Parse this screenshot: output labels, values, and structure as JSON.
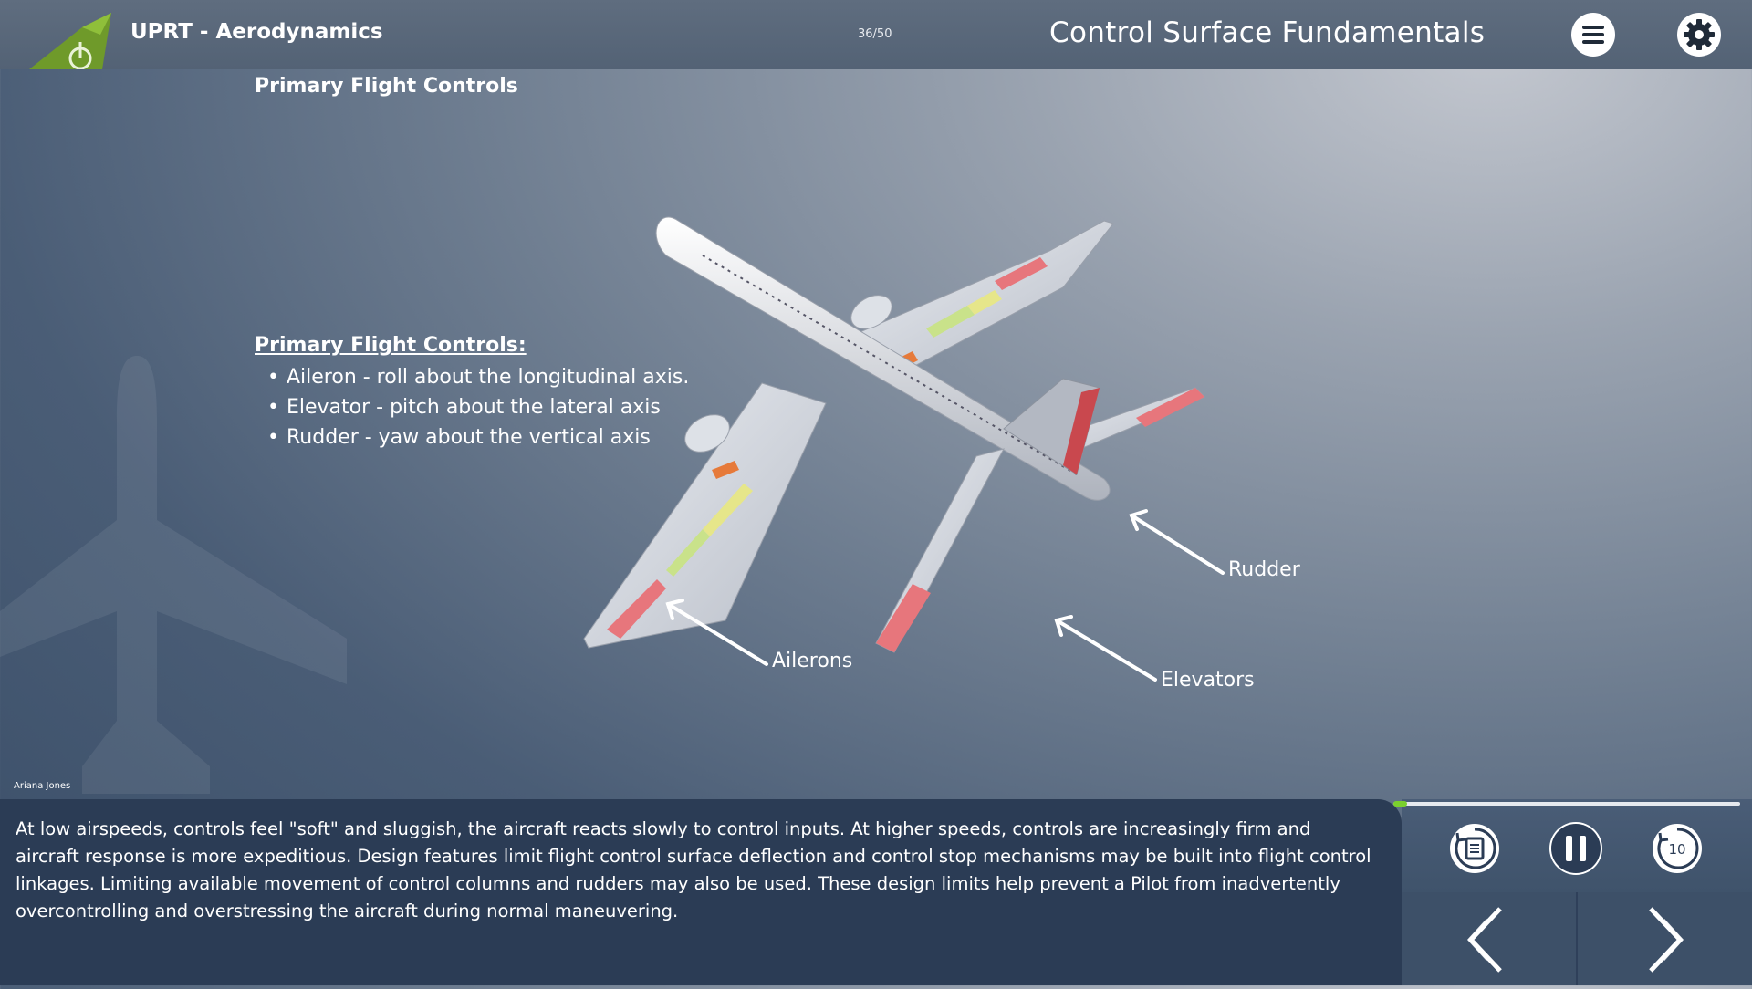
{
  "header": {
    "app_title": "UPRT - Aerodynamics",
    "page_counter": "36/50",
    "lesson_title": "Control Surface Fundamentals",
    "menu_icon": "hamburger-menu-icon",
    "settings_icon": "gear-icon"
  },
  "content": {
    "section_title": "Primary Flight Controls",
    "bullets_heading": "Primary Flight Controls:",
    "bullets": [
      "Aileron - roll about the longitudinal axis.",
      "Elevator - pitch about the lateral axis",
      "Rudder - yaw about the vertical axis"
    ],
    "callouts": {
      "rudder": "Rudder",
      "ailerons": "Ailerons",
      "elevators": "Elevators"
    }
  },
  "narration": {
    "narrator": "Ariana Jones",
    "text": "At low airspeeds, controls feel \"soft\" and sluggish, the aircraft reacts slowly to control inputs. At higher speeds, controls are increasingly firm and aircraft response is more expeditious. Design features limit flight control surface deflection and control stop mechanisms may be built into flight control linkages. Limiting available movement of control columns and rudders may also be used. These design limits help prevent a Pilot from inadvertently overcontrolling and overstressing the aircraft during normal maneuvering."
  },
  "player": {
    "progress": 0.04,
    "replay_seconds": "10",
    "icons": [
      "transcript-icon",
      "pause-icon",
      "rewind-10-icon",
      "previous-chevron-icon",
      "next-chevron-icon"
    ]
  },
  "colors": {
    "accent_green": "#7ad02d",
    "control_surface_red": "#e7767c",
    "narration_bg": "#2b3c55"
  }
}
